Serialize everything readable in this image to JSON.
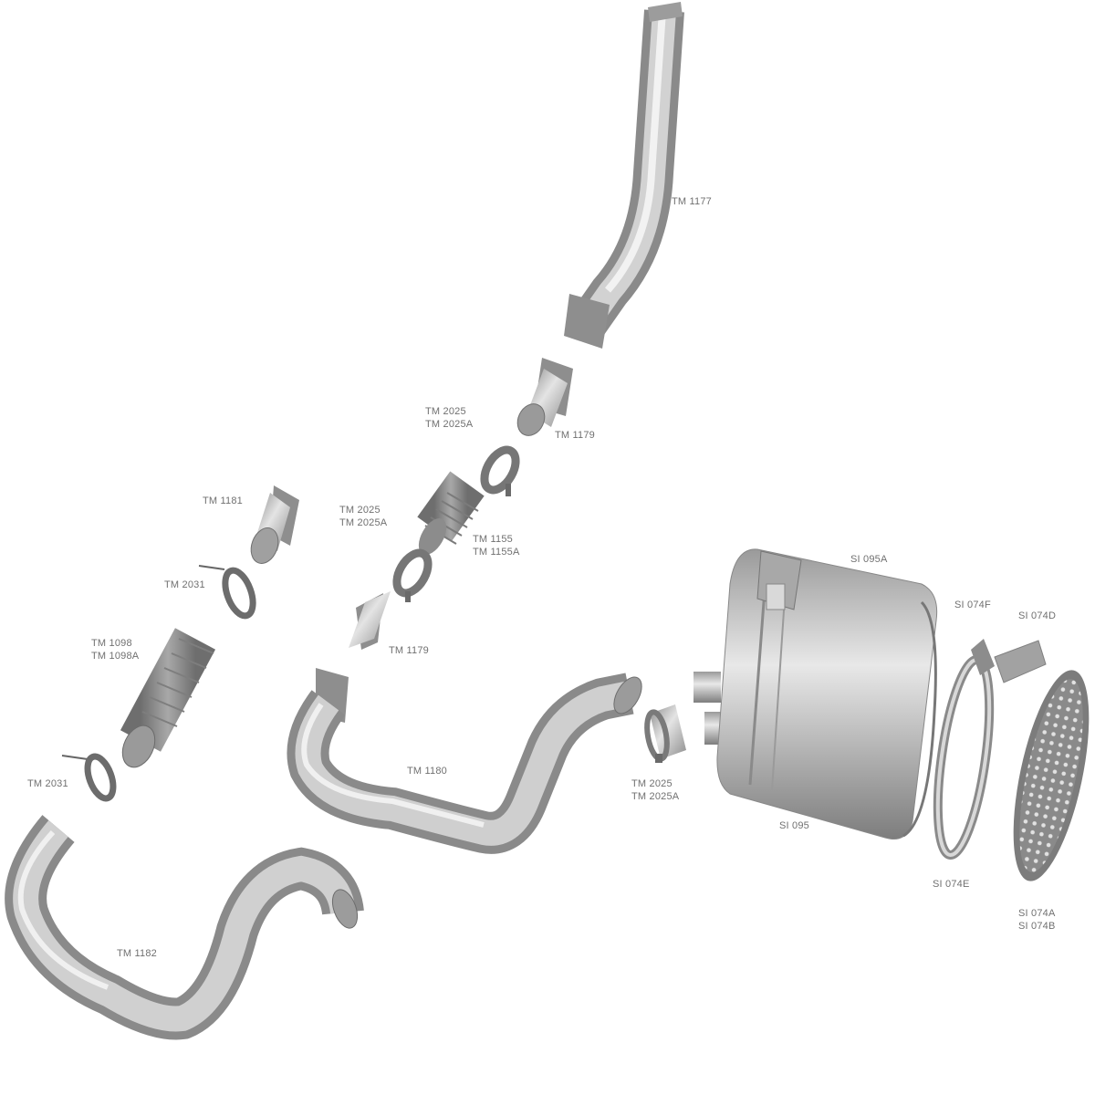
{
  "diagram": {
    "type": "exploded-parts-view",
    "subject": "exhaust system",
    "colors": {
      "background": "#ffffff",
      "metal_light": "#e6e6e6",
      "metal_mid": "#b4b4b4",
      "metal_dark": "#7a7a7a",
      "label_text": "#707070"
    },
    "parts": [
      {
        "id": "tm1177",
        "labels": [
          "TM 1177"
        ]
      },
      {
        "id": "tm1179-upper",
        "labels": [
          "TM 1179"
        ]
      },
      {
        "id": "tm2025-upper",
        "labels": [
          "TM 2025",
          "TM 2025A"
        ]
      },
      {
        "id": "tm1155",
        "labels": [
          "TM 1155",
          "TM 1155A"
        ]
      },
      {
        "id": "tm2025-middle",
        "labels": [
          "TM 2025",
          "TM 2025A"
        ]
      },
      {
        "id": "tm1179-lower",
        "labels": [
          "TM 1179"
        ]
      },
      {
        "id": "tm1180",
        "labels": [
          "TM 1180"
        ]
      },
      {
        "id": "tm2025-lower",
        "labels": [
          "TM 2025",
          "TM 2025A"
        ]
      },
      {
        "id": "tm1181",
        "labels": [
          "TM 1181"
        ]
      },
      {
        "id": "tm2031-upper",
        "labels": [
          "TM 2031"
        ]
      },
      {
        "id": "tm1098",
        "labels": [
          "TM 1098",
          "TM 1098A"
        ]
      },
      {
        "id": "tm2031-lower",
        "labels": [
          "TM 2031"
        ]
      },
      {
        "id": "tm1182",
        "labels": [
          "TM 1182"
        ]
      },
      {
        "id": "si095a",
        "labels": [
          "SI 095A"
        ]
      },
      {
        "id": "si095",
        "labels": [
          "SI 095"
        ]
      },
      {
        "id": "si074f",
        "labels": [
          "SI 074F"
        ]
      },
      {
        "id": "si074d",
        "labels": [
          "SI 074D"
        ]
      },
      {
        "id": "si074e",
        "labels": [
          "SI 074E"
        ]
      },
      {
        "id": "si074a",
        "labels": [
          "SI 074A",
          "SI 074B"
        ]
      }
    ]
  }
}
